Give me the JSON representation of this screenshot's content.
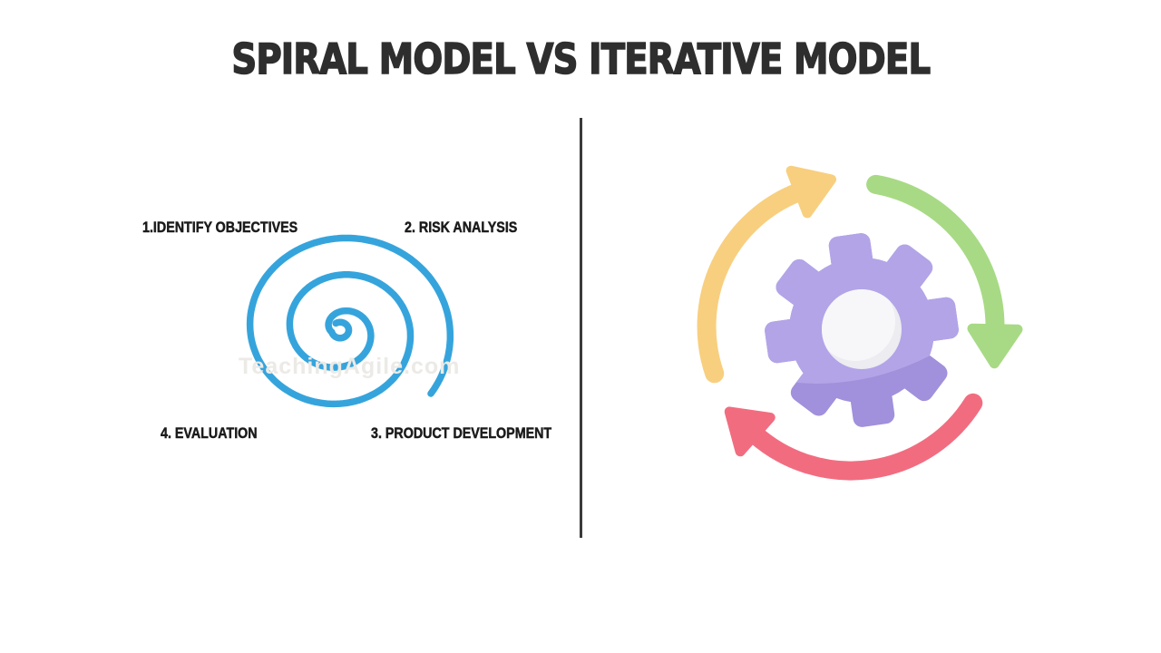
{
  "title": "SPIRAL MODEL VS ITERATIVE MODEL",
  "watermark": "TeachingAgile.com",
  "spiral_model": {
    "steps": [
      {
        "label": "1.IDENTIFY OBJECTIVES",
        "position": "top-left"
      },
      {
        "label": "2. RISK ANALYSIS",
        "position": "top-right"
      },
      {
        "label": "3. PRODUCT DEVELOPMENT",
        "position": "bottom-right"
      },
      {
        "label": "4. EVALUATION",
        "position": "bottom-left"
      }
    ]
  },
  "iterative_model": {
    "icons": {
      "gear": "gear-icon",
      "arrow_top": "cycle-arrow-top-icon",
      "arrow_right": "cycle-arrow-right-icon",
      "arrow_bottom": "cycle-arrow-bottom-icon"
    }
  },
  "colors": {
    "background": "#FFFFFF",
    "title_text": "#2E2E2E",
    "label_text": "#1B1B1B",
    "divider": "#3A3A3A",
    "spiral": "#36A4DC",
    "arrow_yellow": "#F8CF7F",
    "arrow_green": "#A8DA85",
    "arrow_red": "#F26C80",
    "gear_light": "#B3A4E8",
    "gear_dark": "#A190DB",
    "gear_hub_base": "#ECECF1",
    "gear_hub_highlight": "#F7F7FA",
    "watermark_text": "#ECEAE6"
  }
}
